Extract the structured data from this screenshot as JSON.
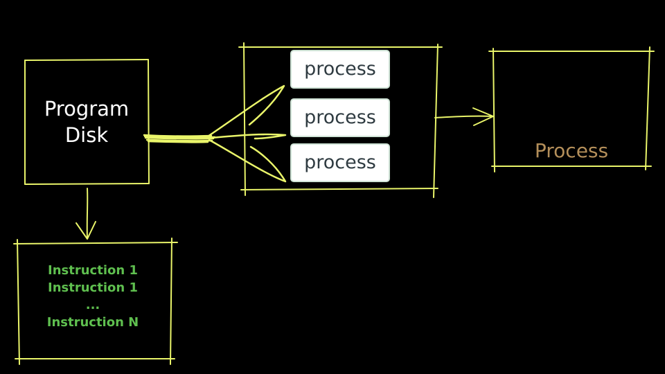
{
  "program": {
    "line1": "Program",
    "line2": "Disk"
  },
  "processes": [
    {
      "label": "process"
    },
    {
      "label": "process"
    },
    {
      "label": "process"
    }
  ],
  "result": {
    "label": "Process"
  },
  "instructions": [
    "Instruction 1",
    "Instruction 1",
    "...",
    "Instruction N"
  ],
  "colors": {
    "background": "#000000",
    "sketch_stroke": "#eaf56a",
    "program_text": "#ffffff",
    "process_text": "#2f3b41",
    "result_text": "#b48f5a",
    "instruction_text": "#5fbf4f"
  }
}
